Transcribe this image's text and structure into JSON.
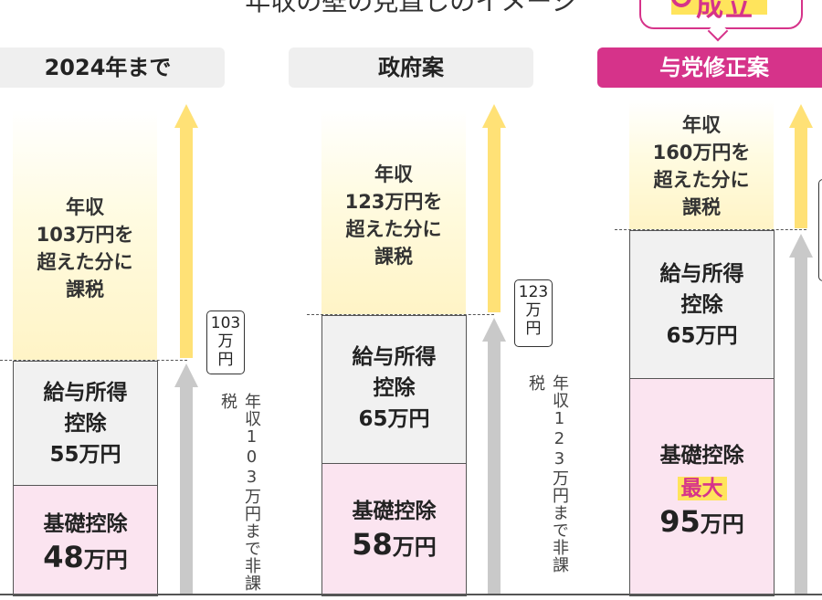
{
  "title": "年収の壁の見直しのイメージ",
  "badge": "成立",
  "columns": [
    {
      "header": "2024年まで",
      "tax_text": [
        "年収",
        "103万円を",
        "超えた分に",
        "課税"
      ],
      "kyuyo": [
        "給与所得",
        "控除",
        "55万円"
      ],
      "kiso_label": "基礎控除",
      "kiso_num": "48",
      "kiso_unit": "万円",
      "callout": [
        "103",
        "万",
        "円"
      ],
      "vertical": "年収103万円まで非課税"
    },
    {
      "header": "政府案",
      "tax_text": [
        "年収",
        "123万円を",
        "超えた分に",
        "課税"
      ],
      "kyuyo": [
        "給与所得",
        "控除",
        "65万円"
      ],
      "kiso_label": "基礎控除",
      "kiso_num": "58",
      "kiso_unit": "万円",
      "callout": [
        "123",
        "万",
        "円"
      ],
      "vertical": "年収123万円まで非課税"
    },
    {
      "header": "与党修正案",
      "tax_text": [
        "年収",
        "160万円を",
        "超えた分に",
        "課税"
      ],
      "kyuyo": [
        "給与所得",
        "控除",
        "65万円"
      ],
      "kiso_label": "基礎控除",
      "kiso_highlight": "最大",
      "kiso_num": "95",
      "kiso_unit": "万円"
    }
  ]
}
